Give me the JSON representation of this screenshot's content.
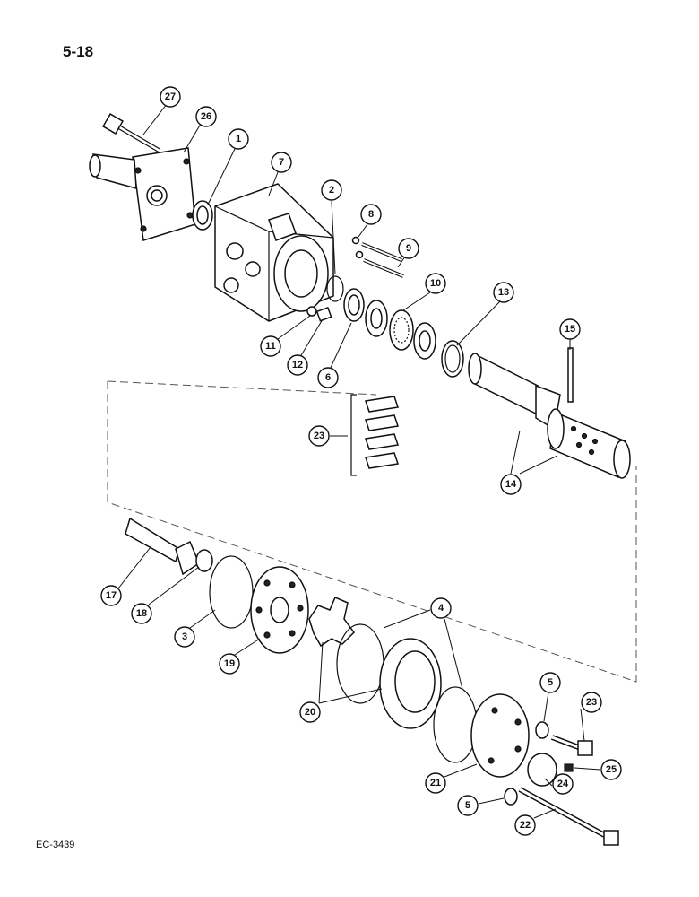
{
  "page": {
    "number": "5-18",
    "code": "EC-3439"
  },
  "callouts": [
    {
      "label": "27"
    },
    {
      "label": "26"
    },
    {
      "label": "1"
    },
    {
      "label": "7"
    },
    {
      "label": "2"
    },
    {
      "label": "8"
    },
    {
      "label": "9"
    },
    {
      "label": "10"
    },
    {
      "label": "13"
    },
    {
      "label": "15"
    },
    {
      "label": "11"
    },
    {
      "label": "12"
    },
    {
      "label": "6"
    },
    {
      "label": "23"
    },
    {
      "label": "14"
    },
    {
      "label": "17"
    },
    {
      "label": "18"
    },
    {
      "label": "3"
    },
    {
      "label": "19"
    },
    {
      "label": "20"
    },
    {
      "label": "4"
    },
    {
      "label": "5"
    },
    {
      "label": "23"
    },
    {
      "label": "25"
    },
    {
      "label": "21"
    },
    {
      "label": "5"
    },
    {
      "label": "24"
    },
    {
      "label": "22"
    }
  ]
}
